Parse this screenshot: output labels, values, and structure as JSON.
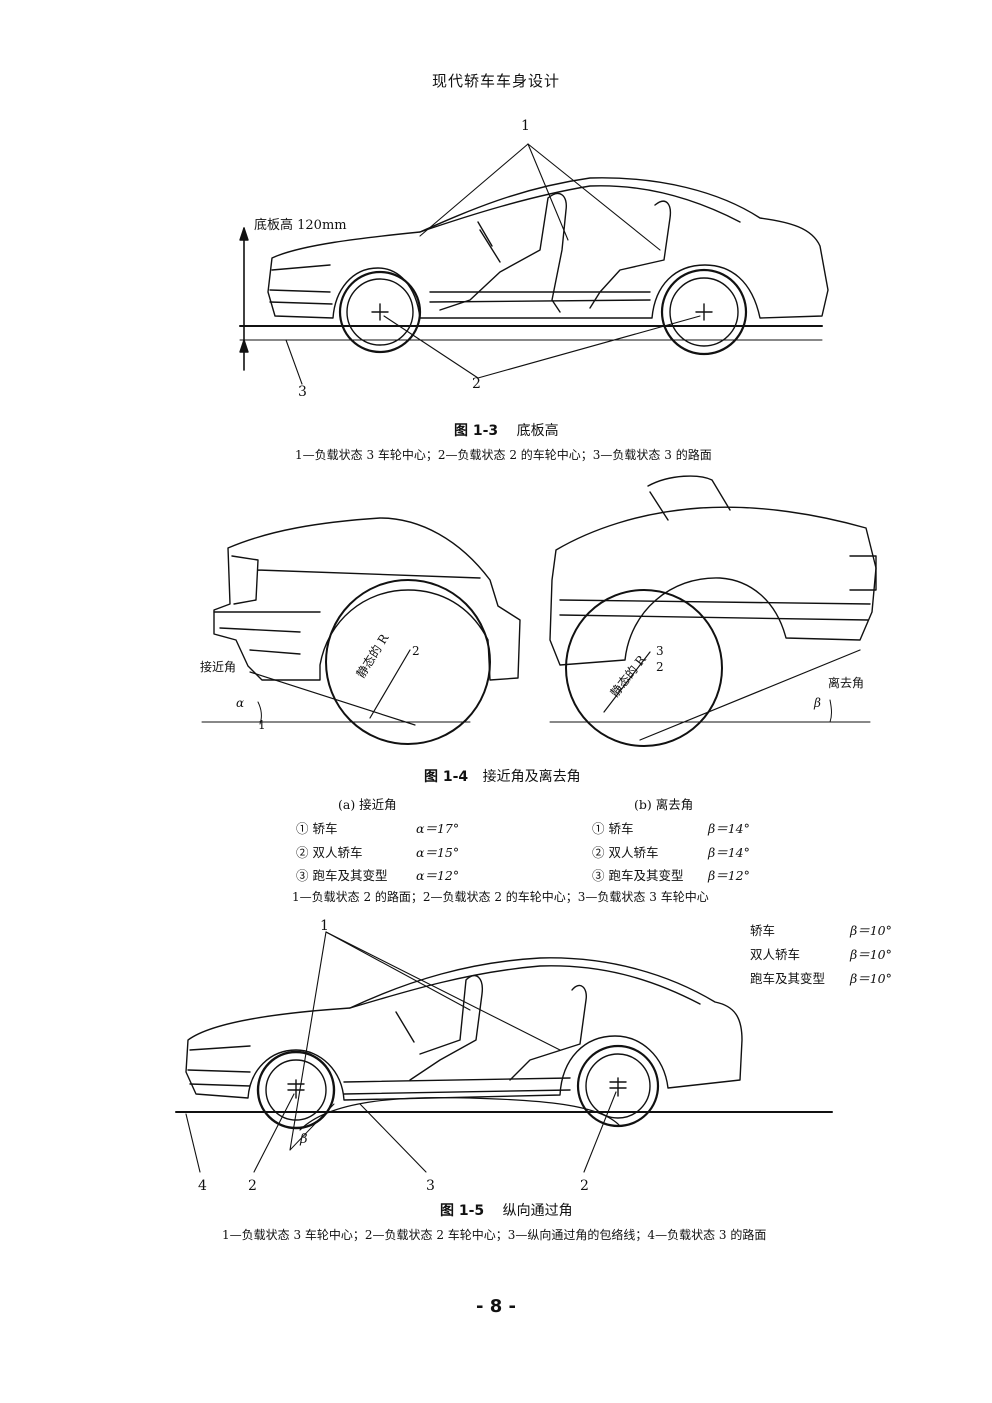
{
  "header": {
    "title": "现代轿车车身设计"
  },
  "figure_1_3": {
    "callouts": {
      "c1": "1",
      "c2": "2",
      "c3": "3"
    },
    "floor_height_label": "底板高 120mm",
    "caption_num": "图 1-3",
    "caption_title": "底板高",
    "legend": "1—负载状态 3 车轮中心；2—负载状态 2 的车轮中心；3—负载状态 3 的路面"
  },
  "figure_1_4": {
    "labels": {
      "approach_angle": "接近角",
      "departure_angle": "离去角",
      "alpha": "α",
      "beta": "β",
      "static_radius_left": "静态的 R",
      "static_radius_right": "静态的 R",
      "n1": "1",
      "n2_left": "2",
      "n2_right": "2",
      "n3_right": "3"
    },
    "caption_num": "图 1-4",
    "caption_title": "接近角及离去角",
    "col_a_title": "(a) 接近角",
    "col_b_title": "(b) 离去角",
    "rows_a": [
      {
        "type": "① 轿车",
        "value": "α＝17°"
      },
      {
        "type": "② 双人轿车",
        "value": "α＝15°"
      },
      {
        "type": "③ 跑车及其变型",
        "value": "α＝12°"
      }
    ],
    "rows_b": [
      {
        "type": "① 轿车",
        "value": "β＝14°"
      },
      {
        "type": "② 双人轿车",
        "value": "β＝14°"
      },
      {
        "type": "③ 跑车及其变型",
        "value": "β＝12°"
      }
    ],
    "legend": "1—负载状态 2 的路面；2—负载状态 2 的车轮中心；3—负载状态 3 车轮中心"
  },
  "figure_1_5": {
    "table": [
      {
        "type": "轿车",
        "value": "β＝10°"
      },
      {
        "type": "双人轿车",
        "value": "β＝10°"
      },
      {
        "type": "跑车及其变型",
        "value": "β＝10°"
      }
    ],
    "callouts": {
      "c1": "1",
      "c2a": "2",
      "c2b": "2",
      "c3": "3",
      "c4": "4",
      "beta": "β"
    },
    "caption_num": "图 1-5",
    "caption_title": "纵向通过角",
    "legend": "1—负载状态 3 车轮中心；2—负载状态 2 车轮中心；3—纵向通过角的包络线；4—负载状态 3 的路面"
  },
  "page_number": "- 8 -"
}
